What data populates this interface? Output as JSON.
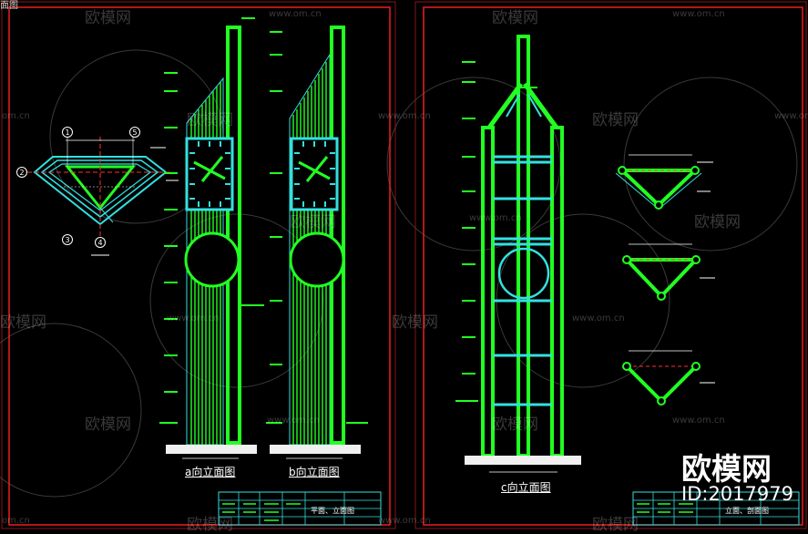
{
  "window": {
    "caption": "面图"
  },
  "views": {
    "a_elevation": "a向立面图",
    "b_elevation": "b向立面图",
    "c_elevation": "c向立面图"
  },
  "plan": {
    "axis_marks": [
      "1",
      "5",
      "2",
      "3",
      "4"
    ]
  },
  "title_blocks": {
    "left_title": "平面、立面图",
    "right_title": "立面、剖面图"
  },
  "watermark": {
    "text": "欧模网",
    "url": "www.om.cn",
    "url_short": "om.cn"
  },
  "brand": {
    "name": "欧模网",
    "id": "ID:2017979"
  },
  "colors": {
    "background": "#000000",
    "frame": "#ff2020",
    "structure": "#22ff22",
    "dim_cyan": "#33e0e0",
    "text": "#ffffff"
  }
}
